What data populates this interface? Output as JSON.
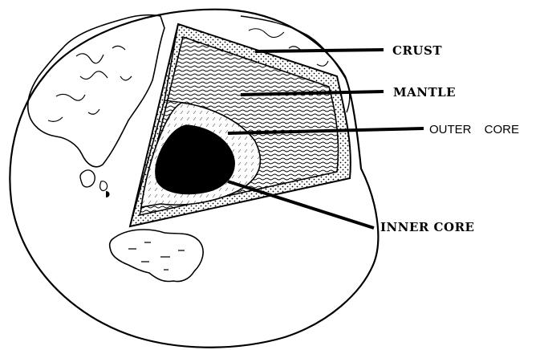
{
  "labels": {
    "crust": "CRUST",
    "mantle": "MANTLE",
    "outer_core": "OUTER  CORE",
    "inner_core": "INNER CORE"
  },
  "colors": {
    "ink": "#000000",
    "paper": "#ffffff"
  }
}
